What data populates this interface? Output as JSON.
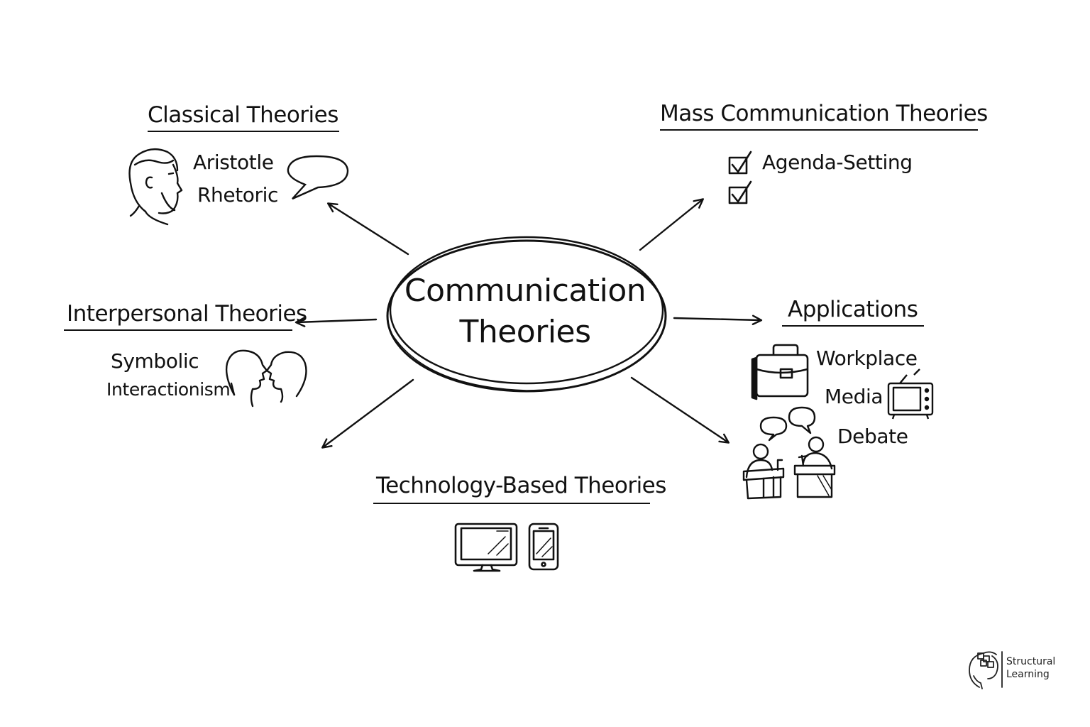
{
  "center": {
    "line1": "Communication",
    "line2": "Theories"
  },
  "branches": {
    "classical": {
      "title": "Classical Theories",
      "items": [
        "Aristotle",
        "Rhetoric"
      ]
    },
    "mass": {
      "title": "Mass Communication Theories",
      "items": [
        "Agenda-Setting"
      ]
    },
    "interpersonal": {
      "title": "Interpersonal Theories",
      "items": [
        "Symbolic",
        "Interactionism"
      ]
    },
    "applications": {
      "title": "Applications",
      "items": [
        "Workplace",
        "Media",
        "Debate"
      ]
    },
    "technology": {
      "title": "Technology-Based Theories"
    }
  },
  "logo": {
    "line1": "Structural",
    "line2": "Learning"
  },
  "icons": [
    "aristotle-portrait-icon",
    "speech-bubble-icon",
    "checkbox-checked-icon",
    "two-heads-facing-icon",
    "briefcase-icon",
    "television-icon",
    "debate-podiums-icon",
    "desktop-monitor-icon",
    "smartphone-icon",
    "brain-logo-icon"
  ],
  "colors": {
    "ink": "#111111",
    "background": "#ffffff"
  }
}
